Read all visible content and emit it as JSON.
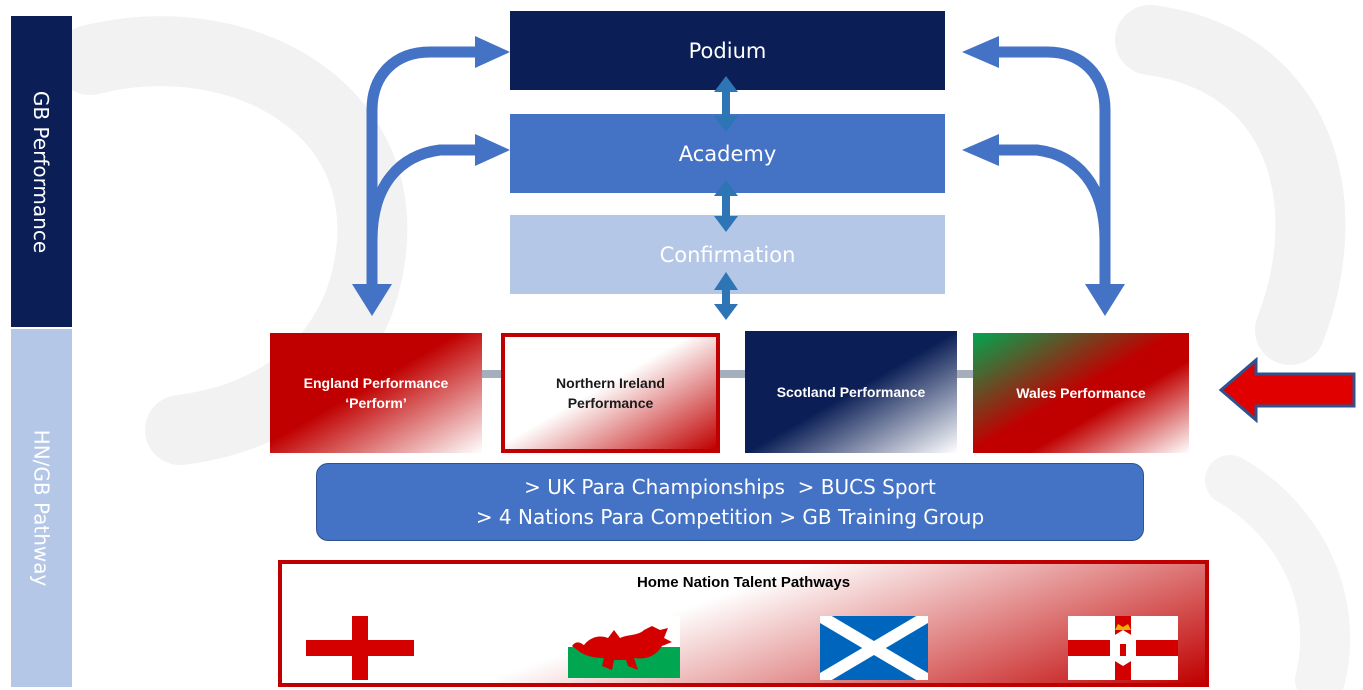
{
  "side_labels": {
    "top": "GB Performance",
    "bottom": "HN/GB Pathway"
  },
  "tiers": {
    "podium": "Podium",
    "academy": "Academy",
    "confirmation": "Confirmation"
  },
  "performance_programs": {
    "england": "England Performance\n‘Perform’",
    "northern_ireland": "Northern Ireland\nPerformance",
    "scotland": "Scotland Performance",
    "wales": "Wales Performance"
  },
  "competitions": {
    "line1": "> UK Para Championships  > BUCS Sport",
    "line2": "> 4 Nations Para Competition > GB Training Group"
  },
  "talent_pathways": {
    "title": "Home Nation Talent Pathways",
    "flags": [
      "england-flag-icon",
      "wales-flag-icon",
      "scotland-flag-icon",
      "northern-ireland-flag-icon"
    ]
  },
  "colors": {
    "navy": "#0b1f56",
    "blue": "#4472c4",
    "light_blue": "#b4c7e7",
    "red": "#c00000",
    "green": "#00a650"
  }
}
